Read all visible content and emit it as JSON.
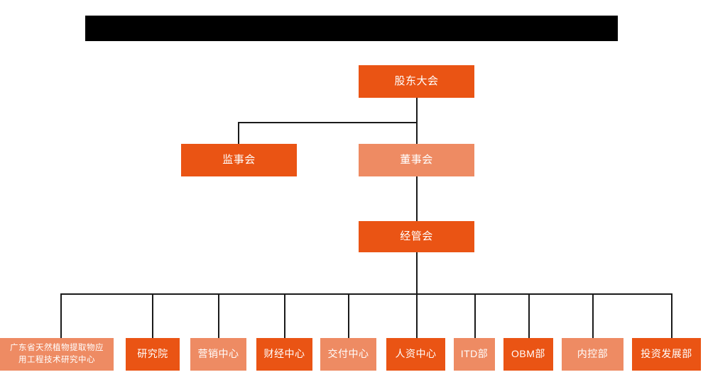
{
  "banner": {
    "name": "redacted-title-banner",
    "text": "",
    "color": "#000000"
  },
  "palette": {
    "dark_orange": "#EA5414",
    "light_orange": "#EE8B63",
    "connector": "#1A1A1A",
    "background": "#FFFFFF",
    "text": "#FFFFFF"
  },
  "chart_meta": {
    "type": "org-chart",
    "orientation": "top-down",
    "levels": 4
  },
  "nodes": {
    "shareholders_meeting": {
      "label": "股东大会",
      "tone": "dark"
    },
    "board_of_supervisors": {
      "label": "监事会",
      "tone": "dark"
    },
    "board_of_directors": {
      "label": "董事会",
      "tone": "light"
    },
    "management_committee": {
      "label": "经管会",
      "tone": "dark"
    }
  },
  "departments": [
    {
      "label": "广东省天然植物提取物应\n用工程技术研究中心",
      "tone": "light"
    },
    {
      "label": "研究院",
      "tone": "dark"
    },
    {
      "label": "营销中心",
      "tone": "light"
    },
    {
      "label": "财经中心",
      "tone": "dark"
    },
    {
      "label": "交付中心",
      "tone": "light"
    },
    {
      "label": "人资中心",
      "tone": "dark"
    },
    {
      "label": "ITD部",
      "tone": "light"
    },
    {
      "label": "OBM部",
      "tone": "dark"
    },
    {
      "label": "内控部",
      "tone": "light"
    },
    {
      "label": "投资发展部",
      "tone": "dark"
    }
  ]
}
